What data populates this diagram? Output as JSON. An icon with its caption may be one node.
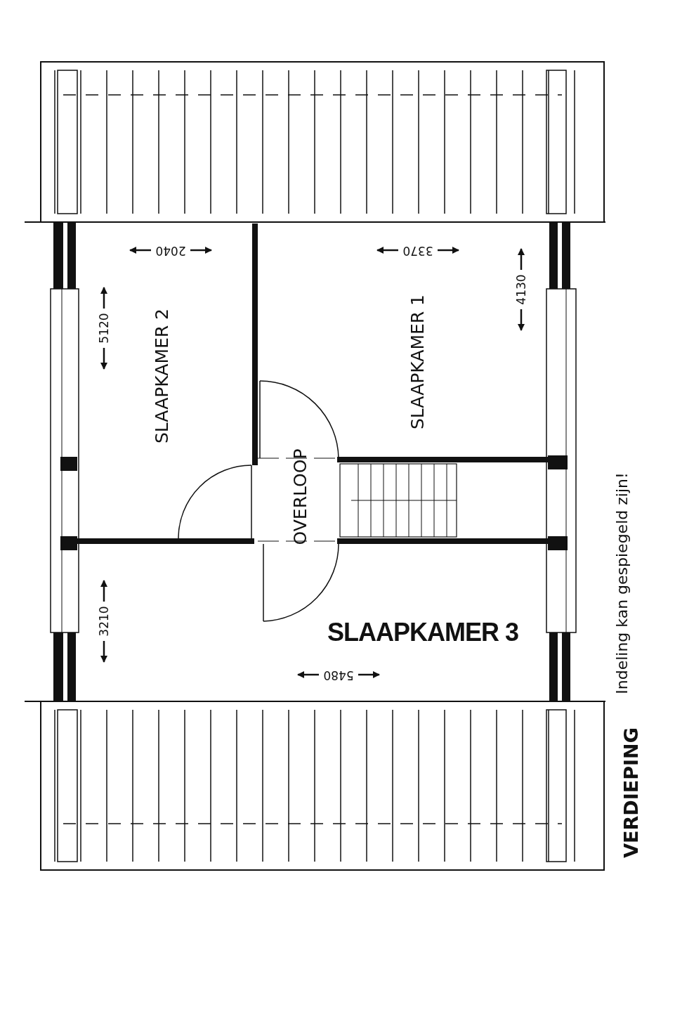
{
  "diagram": {
    "title": "VERDIEPING",
    "labels": [
      "2040",
      "3370",
      "4130",
      "5120",
      "SLAAPKAMER 2",
      "SLAAPKAMER 1",
      "OVERLOOP",
      "SLAAPKAMER 3",
      "3210",
      "5480",
      "Indeling kan gespiegeld zijn!"
    ]
  }
}
